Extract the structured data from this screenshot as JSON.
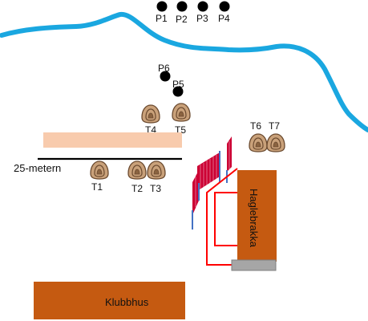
{
  "map": {
    "points": [
      "P1",
      "P2",
      "P3",
      "P4",
      "P5",
      "P6"
    ],
    "towers": [
      "T1",
      "T2",
      "T3",
      "T4",
      "T5",
      "T6",
      "T7"
    ],
    "range_label": "25-metern",
    "trap_house_label": "Haglebrakka",
    "clubhouse_label": "Klubbhus",
    "colors": {
      "river": "#1aa7e0",
      "building": "#c55a11",
      "range_band": "#f8cbad",
      "fence": "#cc0033",
      "wire": "#ff0000",
      "tower_fill": "#c9a17a",
      "tower_stroke": "#6b4a2f",
      "point": "#000000",
      "concrete": "#a6a6a6"
    }
  }
}
